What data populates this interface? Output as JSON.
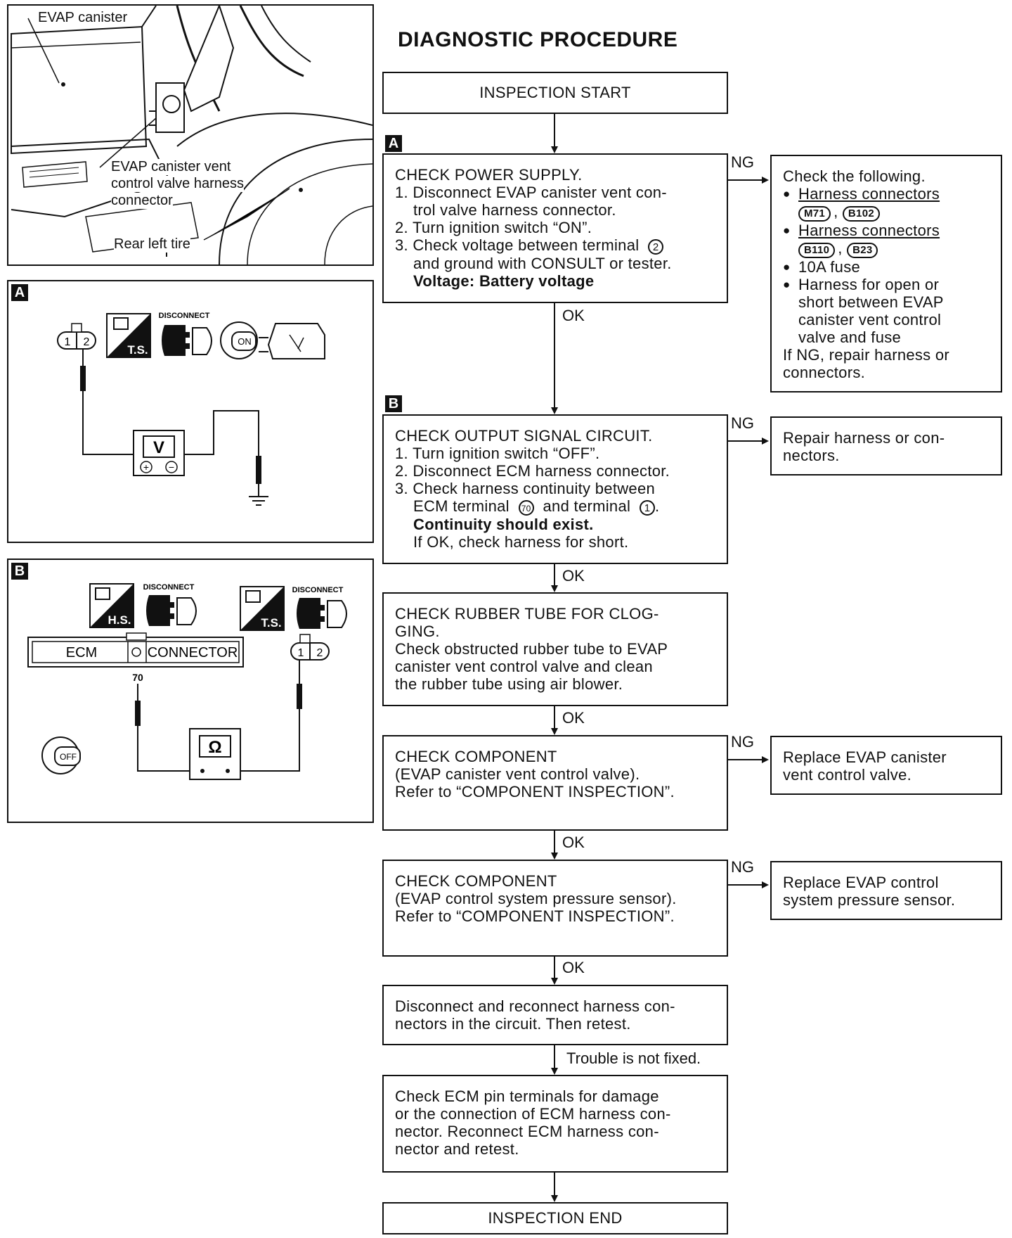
{
  "title": "DIAGNOSTIC PROCEDURE",
  "photo": {
    "labels": {
      "canister": "EVAP canister",
      "vent_line1": "EVAP canister vent",
      "vent_line2": "control valve harness",
      "vent_line3": "connector",
      "tire": "Rear left tire"
    }
  },
  "panel_a": {
    "letter": "A",
    "disconnect": "DISCONNECT",
    "ts": "T.S.",
    "on": "ON",
    "pin1": "1",
    "pin2": "2",
    "meter": "V",
    "plus": "+",
    "minus": "−"
  },
  "panel_b": {
    "letter": "B",
    "disconnect1": "DISCONNECT",
    "disconnect2": "DISCONNECT",
    "hs": "H.S.",
    "ts": "T.S.",
    "ecm": "ECM",
    "connector": "CONNECTOR",
    "terminal": "70",
    "pin1": "1",
    "pin2": "2",
    "meter": "Ω",
    "off": "OFF"
  },
  "flow": {
    "start": "INSPECTION START",
    "end": "INSPECTION END",
    "step_a_tag": "A",
    "step_b_tag": "B",
    "step1": {
      "title": "CHECK POWER SUPPLY.",
      "l1a": "1. Disconnect EVAP canister vent con-",
      "l1b": "trol valve harness connector.",
      "l2": "2. Turn ignition switch “ON”.",
      "l3a": "3. Check voltage between terminal",
      "l3num": "2",
      "l3b": "and ground with CONSULT or tester.",
      "l4": "Voltage: Battery voltage"
    },
    "step2": {
      "title": "CHECK OUTPUT SIGNAL CIRCUIT.",
      "l1": "1. Turn ignition switch “OFF”.",
      "l2": "2. Disconnect ECM harness connector.",
      "l3a": "3. Check harness continuity between",
      "l3b": "ECM terminal",
      "l3num": "70",
      "l3c": "and terminal",
      "l3num2": "1",
      "l4": "Continuity should exist.",
      "l5": "If OK, check harness for short."
    },
    "step3": {
      "l1": "CHECK RUBBER TUBE FOR CLOG-",
      "l2": "GING.",
      "l3": "Check obstructed rubber tube to EVAP",
      "l4": "canister vent control valve and clean",
      "l5": "the rubber tube using air blower."
    },
    "step4": {
      "l1": "CHECK COMPONENT",
      "l2": "(EVAP canister vent control valve).",
      "l3": "Refer to “COMPONENT INSPECTION”."
    },
    "step5": {
      "l1": "CHECK COMPONENT",
      "l2": "(EVAP control system pressure sensor).",
      "l3": "Refer to “COMPONENT INSPECTION”."
    },
    "step6": {
      "l1": "Disconnect and reconnect harness con-",
      "l2": "nectors in the circuit. Then retest."
    },
    "step7": {
      "l1": "Check ECM pin terminals for damage",
      "l2": "or the connection of ECM harness con-",
      "l3": "nector. Reconnect ECM harness con-",
      "l4": "nector and retest."
    },
    "ng1": {
      "title": "Check the following.",
      "b1": "Harness connectors",
      "c1": "M71",
      "c2": "B102",
      "b2": "Harness connectors",
      "c3": "B110",
      "c4": "B23",
      "b3": "10A fuse",
      "b4a": "Harness for open or",
      "b4b": "short between EVAP",
      "b4c": "canister vent control",
      "b4d": "valve and fuse",
      "f1": "If NG, repair harness or",
      "f2": "connectors."
    },
    "ng2": {
      "l1": "Repair harness or con-",
      "l2": "nectors."
    },
    "ng3": {
      "l1": "Replace EVAP canister",
      "l2": "vent control valve."
    },
    "ng4": {
      "l1": "Replace EVAP control",
      "l2": "system pressure sensor."
    },
    "labels": {
      "ng": "NG",
      "ok": "OK",
      "not_fixed": "Trouble is not fixed."
    }
  }
}
